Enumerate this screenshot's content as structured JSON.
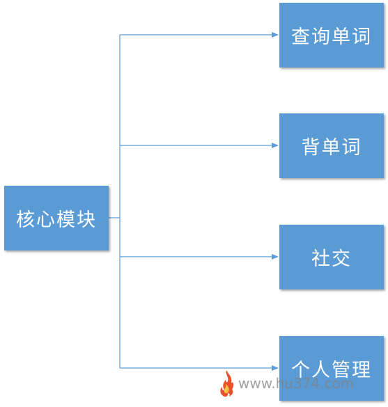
{
  "diagram": {
    "root": {
      "label": "核心模块"
    },
    "children": [
      {
        "label": "查询单词"
      },
      {
        "label": "背单词"
      },
      {
        "label": "社交"
      },
      {
        "label": "个人管理"
      }
    ],
    "colors": {
      "box_fill": "#5b9bd5",
      "connector": "#5b9bd5",
      "text": "#ffffff"
    }
  },
  "watermark": {
    "text": "www.hu374.com"
  }
}
